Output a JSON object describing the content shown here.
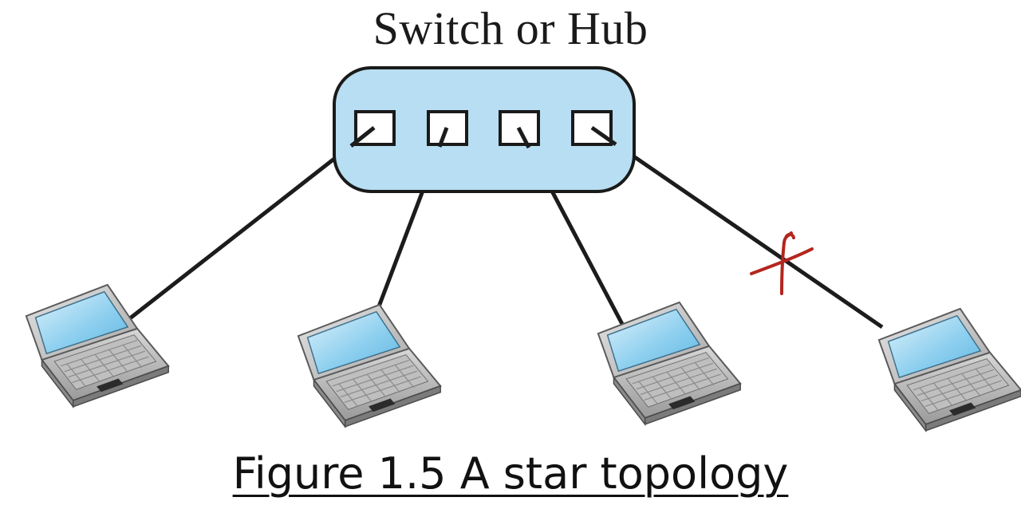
{
  "diagram": {
    "hub_label": "Switch or Hub",
    "caption": "Figure 1.5 A star topology",
    "hub_fill": "#b7def2",
    "link_color": "#1c1c1c",
    "annotation_color": "#b3261e",
    "ports": [
      {
        "name": "port-1"
      },
      {
        "name": "port-2"
      },
      {
        "name": "port-3"
      },
      {
        "name": "port-4"
      }
    ],
    "laptops": [
      {
        "name": "laptop-1"
      },
      {
        "name": "laptop-2"
      },
      {
        "name": "laptop-3"
      },
      {
        "name": "laptop-4"
      }
    ],
    "broken_link": "port-4 to laptop-4 (hand-drawn X)"
  }
}
